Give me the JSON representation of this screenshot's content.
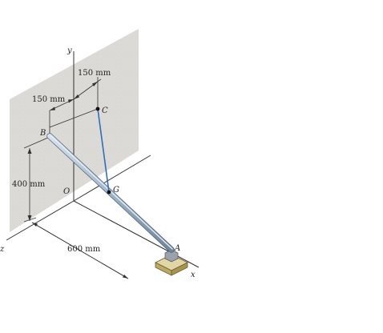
{
  "labels": {
    "dim_top": "150 mm",
    "dim_left": "150 mm",
    "dim_vertical": "400 mm",
    "dim_bottom": "600 mm",
    "y_axis": "y",
    "x_axis": "x",
    "z_axis": "z",
    "origin": "O",
    "point_a": "A",
    "point_b": "B",
    "point_c": "C",
    "point_g": "G"
  },
  "colors": {
    "wall": "#dcdad6",
    "rod": "#9fb6c9",
    "cable": "#2f6fb8",
    "support": "#d4c58e",
    "line": "#333333"
  }
}
